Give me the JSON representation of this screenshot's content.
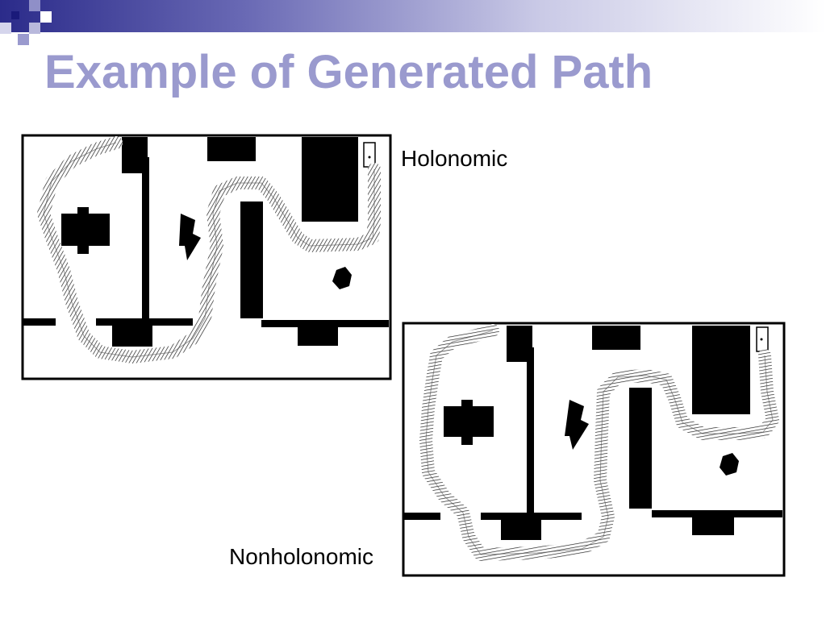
{
  "slide": {
    "title": "Example of Generated Path",
    "accent_color": "#9a9ace",
    "header_bar_color": "#2b2b8a"
  },
  "figures": [
    {
      "label": "Holonomic",
      "path_type": "holonomic"
    },
    {
      "label": "Nonholonomic",
      "path_type": "nonholonomic"
    }
  ],
  "icons": [
    "decorative-squares-icon"
  ]
}
